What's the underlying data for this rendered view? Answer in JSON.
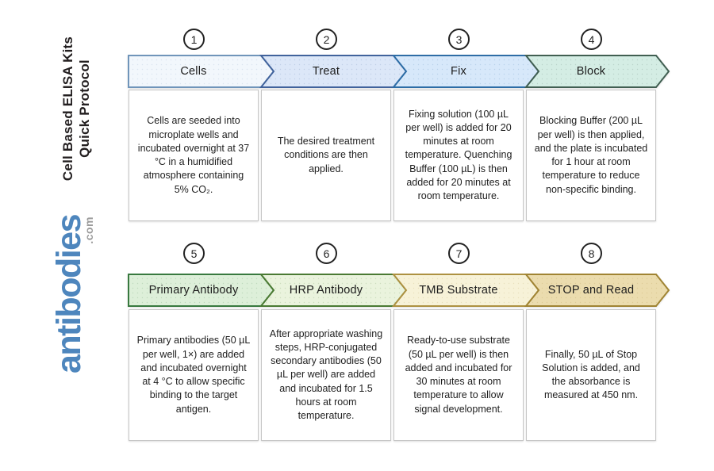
{
  "sidebar": {
    "title_line1": "Cell Based ELISA Kits",
    "title_line2": "Quick Protocol",
    "title_color": "#231f20",
    "logo_text": "antibodies",
    "logo_suffix": ".com",
    "logo_color": "#4e86bd",
    "logo_suffix_color": "#9b9b9b"
  },
  "diagram": {
    "rows": [
      {
        "steps": [
          {
            "number": "1",
            "label": "Cells",
            "fill": "#f2f7fc",
            "stroke": "#7095ba",
            "description": "Cells are seeded into microplate wells and incubated overnight at 37 °C in a humidified atmosphere containing 5% CO₂."
          },
          {
            "number": "2",
            "label": "Treat",
            "fill": "#dce7f8",
            "stroke": "#41639c",
            "description": "The desired treatment conditions are then applied."
          },
          {
            "number": "3",
            "label": "Fix",
            "fill": "#d7e8fa",
            "stroke": "#2e6da6",
            "description": "Fixing solution (100 µL per well) is added for 20 minutes at room temperature. Quenching Buffer (100 µL) is then added for 20 minutes at room temperature."
          },
          {
            "number": "4",
            "label": "Block",
            "fill": "#d4ede4",
            "stroke": "#415f52",
            "description": "Blocking Buffer (200 µL per well) is then applied, and the plate is incubated for 1 hour at room temperature to reduce non-specific binding."
          }
        ]
      },
      {
        "steps": [
          {
            "number": "5",
            "label": "Primary Antibody",
            "fill": "#ddefd9",
            "stroke": "#38793f",
            "description": "Primary antibodies (50 µL per well, 1×) are added and incubated overnight at 4 °C to allow specific binding to the target antigen."
          },
          {
            "number": "6",
            "label": "HRP Antibody",
            "fill": "#eaf3dd",
            "stroke": "#4a7a33",
            "description": "After appropriate washing steps, HRP-conjugated secondary antibodies (50 µL per well) are added and incubated for 1.5 hours at room temperature."
          },
          {
            "number": "7",
            "label": "TMB Substrate",
            "fill": "#f7f2d8",
            "stroke": "#ad9141",
            "description": "Ready-to-use substrate (50 µL per well) is then added and incubated for 30 minutes at room temperature to allow signal development."
          },
          {
            "number": "8",
            "label": "STOP and Read",
            "fill": "#ebdcae",
            "stroke": "#a08433",
            "description": "Finally, 50 µL of Stop Solution is added, and the absorbance is measured at 450 nm."
          }
        ]
      }
    ]
  }
}
